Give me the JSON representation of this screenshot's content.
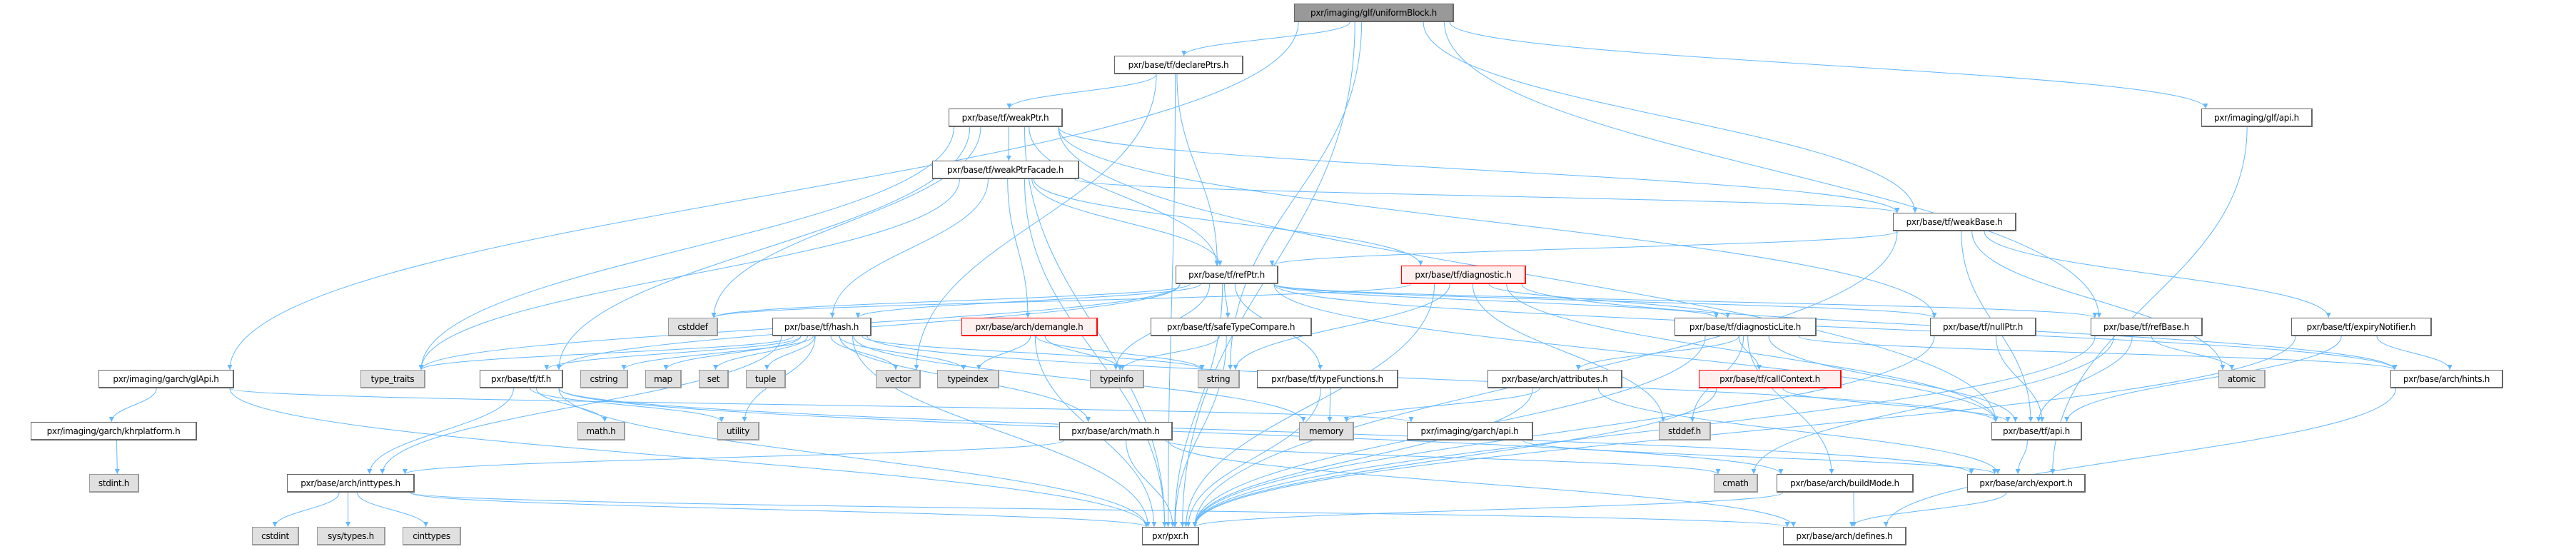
{
  "colors": {
    "edge": "#63b8ff",
    "node_border": "#666666",
    "root_fill": "#999999",
    "external_fill": "#e0e0e0",
    "incomplete_border": "#ff0000",
    "incomplete_fill": "#fff0f0"
  },
  "nodes": [
    {
      "id": "uniformBlock",
      "label": "pxr/imaging/glf/uniformBlock.h",
      "kind": "root"
    },
    {
      "id": "declarePtrs",
      "label": "pxr/base/tf/declarePtrs.h",
      "kind": "normal"
    },
    {
      "id": "weakPtr",
      "label": "pxr/base/tf/weakPtr.h",
      "kind": "normal"
    },
    {
      "id": "weakPtrFacade",
      "label": "pxr/base/tf/weakPtrFacade.h",
      "kind": "normal"
    },
    {
      "id": "glfApi",
      "label": "pxr/imaging/glf/api.h",
      "kind": "normal"
    },
    {
      "id": "weakBase",
      "label": "pxr/base/tf/weakBase.h",
      "kind": "normal"
    },
    {
      "id": "refPtr",
      "label": "pxr/base/tf/refPtr.h",
      "kind": "normal"
    },
    {
      "id": "diagnostic",
      "label": "pxr/base/tf/diagnostic.h",
      "kind": "red"
    },
    {
      "id": "cstddef",
      "label": "cstddef",
      "kind": "ext"
    },
    {
      "id": "hash",
      "label": "pxr/base/tf/hash.h",
      "kind": "normal"
    },
    {
      "id": "demangle",
      "label": "pxr/base/arch/demangle.h",
      "kind": "red"
    },
    {
      "id": "safeTypeCompare",
      "label": "pxr/base/tf/safeTypeCompare.h",
      "kind": "normal"
    },
    {
      "id": "diagnosticLite",
      "label": "pxr/base/tf/diagnosticLite.h",
      "kind": "normal"
    },
    {
      "id": "nullPtr",
      "label": "pxr/base/tf/nullPtr.h",
      "kind": "normal"
    },
    {
      "id": "refBase",
      "label": "pxr/base/tf/refBase.h",
      "kind": "normal"
    },
    {
      "id": "expiryNotifier",
      "label": "pxr/base/tf/expiryNotifier.h",
      "kind": "normal"
    },
    {
      "id": "glApi",
      "label": "pxr/imaging/garch/glApi.h",
      "kind": "normal"
    },
    {
      "id": "type_traits",
      "label": "type_traits",
      "kind": "ext"
    },
    {
      "id": "tf",
      "label": "pxr/base/tf/tf.h",
      "kind": "normal"
    },
    {
      "id": "cstring",
      "label": "cstring",
      "kind": "ext"
    },
    {
      "id": "map",
      "label": "map",
      "kind": "ext"
    },
    {
      "id": "set",
      "label": "set",
      "kind": "ext"
    },
    {
      "id": "tuple",
      "label": "tuple",
      "kind": "ext"
    },
    {
      "id": "vector",
      "label": "vector",
      "kind": "ext"
    },
    {
      "id": "typeindex",
      "label": "typeindex",
      "kind": "ext"
    },
    {
      "id": "typeinfo",
      "label": "typeinfo",
      "kind": "ext"
    },
    {
      "id": "string",
      "label": "string",
      "kind": "ext"
    },
    {
      "id": "typeFunctions",
      "label": "pxr/base/tf/typeFunctions.h",
      "kind": "normal"
    },
    {
      "id": "attributes",
      "label": "pxr/base/arch/attributes.h",
      "kind": "normal"
    },
    {
      "id": "callContext",
      "label": "pxr/base/tf/callContext.h",
      "kind": "red"
    },
    {
      "id": "atomic",
      "label": "atomic",
      "kind": "ext"
    },
    {
      "id": "hints",
      "label": "pxr/base/arch/hints.h",
      "kind": "normal"
    },
    {
      "id": "khrplatform",
      "label": "pxr/imaging/garch/khrplatform.h",
      "kind": "normal"
    },
    {
      "id": "mathh",
      "label": "math.h",
      "kind": "ext"
    },
    {
      "id": "utility",
      "label": "utility",
      "kind": "ext"
    },
    {
      "id": "archMath",
      "label": "pxr/base/arch/math.h",
      "kind": "normal"
    },
    {
      "id": "memory",
      "label": "memory",
      "kind": "ext"
    },
    {
      "id": "garchApi",
      "label": "pxr/imaging/garch/api.h",
      "kind": "normal"
    },
    {
      "id": "stddef",
      "label": "stddef.h",
      "kind": "ext"
    },
    {
      "id": "tfApi",
      "label": "pxr/base/tf/api.h",
      "kind": "normal"
    },
    {
      "id": "stdint",
      "label": "stdint.h",
      "kind": "ext"
    },
    {
      "id": "inttypes",
      "label": "pxr/base/arch/inttypes.h",
      "kind": "normal"
    },
    {
      "id": "cmath",
      "label": "cmath",
      "kind": "ext"
    },
    {
      "id": "buildMode",
      "label": "pxr/base/arch/buildMode.h",
      "kind": "normal"
    },
    {
      "id": "export",
      "label": "pxr/base/arch/export.h",
      "kind": "normal"
    },
    {
      "id": "cstdint",
      "label": "cstdint",
      "kind": "ext"
    },
    {
      "id": "systypes",
      "label": "sys/types.h",
      "kind": "ext"
    },
    {
      "id": "cinttypes",
      "label": "cinttypes",
      "kind": "ext"
    },
    {
      "id": "pxr",
      "label": "pxr/pxr.h",
      "kind": "normal"
    },
    {
      "id": "defines",
      "label": "pxr/base/arch/defines.h",
      "kind": "normal"
    }
  ],
  "edges": [
    [
      "uniformBlock",
      "declarePtrs"
    ],
    [
      "uniformBlock",
      "glApi"
    ],
    [
      "uniformBlock",
      "pxr"
    ],
    [
      "uniformBlock",
      "string"
    ],
    [
      "uniformBlock",
      "weakBase"
    ],
    [
      "uniformBlock",
      "glfApi"
    ],
    [
      "uniformBlock",
      "refBase"
    ],
    [
      "declarePtrs",
      "weakPtr"
    ],
    [
      "declarePtrs",
      "refPtr"
    ],
    [
      "declarePtrs",
      "pxr"
    ],
    [
      "declarePtrs",
      "vector"
    ],
    [
      "weakPtr",
      "weakPtrFacade"
    ],
    [
      "weakPtr",
      "refPtr"
    ],
    [
      "weakPtr",
      "weakBase"
    ],
    [
      "weakPtr",
      "nullPtr"
    ],
    [
      "weakPtr",
      "tfApi"
    ],
    [
      "weakPtr",
      "type_traits"
    ],
    [
      "weakPtr",
      "cstddef"
    ],
    [
      "weakPtr",
      "tf"
    ],
    [
      "weakPtr",
      "pxr"
    ],
    [
      "weakPtrFacade",
      "refPtr"
    ],
    [
      "weakPtrFacade",
      "diagnostic"
    ],
    [
      "weakPtrFacade",
      "weakBase"
    ],
    [
      "weakPtrFacade",
      "hash"
    ],
    [
      "weakPtrFacade",
      "demangle"
    ],
    [
      "weakPtrFacade",
      "type_traits"
    ],
    [
      "weakPtrFacade",
      "pxr"
    ],
    [
      "glfApi",
      "export"
    ],
    [
      "weakBase",
      "refPtr"
    ],
    [
      "weakBase",
      "atomic"
    ],
    [
      "weakBase",
      "expiryNotifier"
    ],
    [
      "weakBase",
      "tfApi"
    ],
    [
      "weakBase",
      "pxr"
    ],
    [
      "refPtr",
      "hash"
    ],
    [
      "refPtr",
      "diagnosticLite"
    ],
    [
      "refPtr",
      "nullPtr"
    ],
    [
      "refPtr",
      "refBase"
    ],
    [
      "refPtr",
      "safeTypeCompare"
    ],
    [
      "refPtr",
      "typeFunctions"
    ],
    [
      "refPtr",
      "hints"
    ],
    [
      "refPtr",
      "cstddef"
    ],
    [
      "refPtr",
      "type_traits"
    ],
    [
      "refPtr",
      "typeinfo"
    ],
    [
      "refPtr",
      "tfApi"
    ],
    [
      "refPtr",
      "tf"
    ],
    [
      "refPtr",
      "pxr"
    ],
    [
      "diagnostic",
      "diagnosticLite"
    ],
    [
      "diagnostic",
      "string"
    ],
    [
      "diagnostic",
      "cstddef"
    ],
    [
      "diagnostic",
      "stddef"
    ],
    [
      "diagnostic",
      "pxr"
    ],
    [
      "diagnostic",
      "tfApi"
    ],
    [
      "diagnostic",
      "hints"
    ],
    [
      "hash",
      "tf"
    ],
    [
      "hash",
      "type_traits"
    ],
    [
      "hash",
      "cstring"
    ],
    [
      "hash",
      "map"
    ],
    [
      "hash",
      "set"
    ],
    [
      "hash",
      "tuple"
    ],
    [
      "hash",
      "utility"
    ],
    [
      "hash",
      "vector"
    ],
    [
      "hash",
      "typeindex"
    ],
    [
      "hash",
      "string"
    ],
    [
      "hash",
      "memory"
    ],
    [
      "hash",
      "archMath"
    ],
    [
      "hash",
      "inttypes"
    ],
    [
      "hash",
      "tfApi"
    ],
    [
      "hash",
      "pxr"
    ],
    [
      "demangle",
      "typeindex"
    ],
    [
      "demangle",
      "typeinfo"
    ],
    [
      "demangle",
      "string"
    ],
    [
      "demangle",
      "pxr"
    ],
    [
      "safeTypeCompare",
      "typeinfo"
    ],
    [
      "safeTypeCompare",
      "pxr"
    ],
    [
      "typeFunctions",
      "memory"
    ],
    [
      "typeFunctions",
      "pxr"
    ],
    [
      "diagnosticLite",
      "attributes"
    ],
    [
      "diagnosticLite",
      "callContext"
    ],
    [
      "diagnosticLite",
      "buildMode"
    ],
    [
      "diagnosticLite",
      "hints"
    ],
    [
      "diagnosticLite",
      "tfApi"
    ],
    [
      "diagnosticLite",
      "stddef"
    ],
    [
      "diagnosticLite",
      "pxr"
    ],
    [
      "nullPtr",
      "tfApi"
    ],
    [
      "nullPtr",
      "pxr"
    ],
    [
      "refBase",
      "tfApi"
    ],
    [
      "refBase",
      "atomic"
    ],
    [
      "refBase",
      "cmath"
    ],
    [
      "refBase",
      "pxr"
    ],
    [
      "expiryNotifier",
      "tfApi"
    ],
    [
      "expiryNotifier",
      "hints"
    ],
    [
      "expiryNotifier",
      "pxr"
    ],
    [
      "glApi",
      "khrplatform"
    ],
    [
      "glApi",
      "garchApi"
    ],
    [
      "glApi",
      "pxr"
    ],
    [
      "khrplatform",
      "stdint"
    ],
    [
      "tf",
      "inttypes"
    ],
    [
      "tf",
      "mathh"
    ],
    [
      "tf",
      "utility"
    ],
    [
      "tf",
      "pxr"
    ],
    [
      "tf",
      "export"
    ],
    [
      "tf",
      "buildMode"
    ],
    [
      "attributes",
      "memory"
    ],
    [
      "attributes",
      "export"
    ],
    [
      "attributes",
      "pxr"
    ],
    [
      "callContext",
      "tfApi"
    ],
    [
      "callContext",
      "pxr"
    ],
    [
      "archMath",
      "inttypes"
    ],
    [
      "archMath",
      "cmath"
    ],
    [
      "archMath",
      "defines"
    ],
    [
      "archMath",
      "pxr"
    ],
    [
      "garchApi",
      "export"
    ],
    [
      "tfApi",
      "export"
    ],
    [
      "inttypes",
      "cstdint"
    ],
    [
      "inttypes",
      "systypes"
    ],
    [
      "inttypes",
      "cinttypes"
    ],
    [
      "inttypes",
      "pxr"
    ],
    [
      "inttypes",
      "defines"
    ],
    [
      "buildMode",
      "defines"
    ],
    [
      "buildMode",
      "pxr"
    ],
    [
      "export",
      "defines"
    ],
    [
      "hints",
      "defines"
    ]
  ]
}
